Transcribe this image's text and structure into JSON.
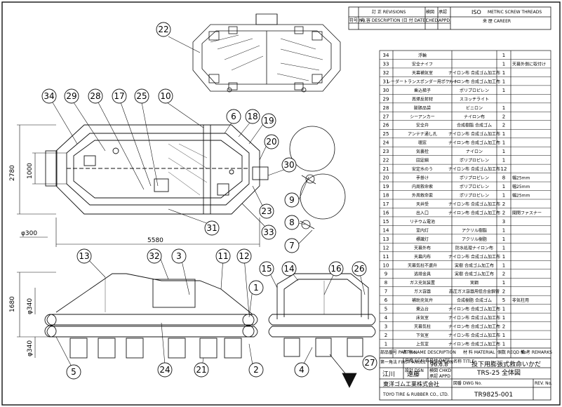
{
  "revisions": {
    "title": "訂 正 REVISIONS",
    "check_label": "検図",
    "approve_label": "承認",
    "iso_label": "ISO",
    "thread_label": "METRIC SCREW THREADS",
    "mark_no_label": "符号 No.",
    "desc_label": "内 容 DESCRIPTION (日 付 DATE)",
    "ched_label": "CHED.",
    "appd_label": "APPD.",
    "career_label": "来 歴 CAREER"
  },
  "dims": {
    "width_top": "2780",
    "width_inner": "1000",
    "length": "5580",
    "dia_300": "φ300",
    "height": "1680",
    "dia_340a": "φ340",
    "dia_340b": "φ340"
  },
  "balloons": {
    "b1": "1",
    "b2": "2",
    "b3": "3",
    "b4": "4",
    "b5": "5",
    "b6": "6",
    "b7": "7",
    "b8": "8",
    "b9": "9",
    "b10": "10",
    "b11": "11",
    "b12": "12",
    "b13": "13",
    "b14": "14",
    "b15": "15",
    "b16": "16",
    "b17": "17",
    "b18": "18",
    "b19": "19",
    "b20": "20",
    "b21": "21",
    "b22": "22",
    "b23": "23",
    "b24": "24",
    "b25": "25",
    "b26": "26",
    "b27": "27",
    "b28": "28",
    "b29": "29",
    "b30": "30",
    "b31": "31",
    "b32": "32",
    "b33": "33",
    "b34": "34"
  },
  "parts": [
    {
      "no": "34",
      "name": "浮輪",
      "mat": "",
      "qty": "1",
      "rem": ""
    },
    {
      "no": "33",
      "name": "安全ナイフ",
      "mat": "",
      "qty": "1",
      "rem": "天幕外側に取付け"
    },
    {
      "no": "32",
      "name": "天幕補気室",
      "mat": "ナイロン布 合成ゴム加工布",
      "qty": "1",
      "rem": ""
    },
    {
      "no": "31",
      "name": "レーダートランスポンダー用ポケット",
      "mat": "ナイロン布 合成ゴム加工布",
      "qty": "1",
      "rem": ""
    },
    {
      "no": "30",
      "name": "乗込梯子",
      "mat": "ポリプロピレン",
      "qty": "1",
      "rem": ""
    },
    {
      "no": "29",
      "name": "再帰反射材",
      "mat": "スコッチライト",
      "qty": "",
      "rem": ""
    },
    {
      "no": "28",
      "name": "膨脹品袋",
      "mat": "ビニロン",
      "qty": "1",
      "rem": ""
    },
    {
      "no": "27",
      "name": "シーアンカー",
      "mat": "ナイロン布",
      "qty": "2",
      "rem": ""
    },
    {
      "no": "26",
      "name": "安全弁",
      "mat": "合成樹脂 合成ゴム",
      "qty": "2",
      "rem": ""
    },
    {
      "no": "25",
      "name": "アンテナ通し孔",
      "mat": "ナイロン布 合成ゴム加工布",
      "qty": "1",
      "rem": ""
    },
    {
      "no": "24",
      "name": "覗窓",
      "mat": "ナイロン布 合成ゴム加工布",
      "qty": "1",
      "rem": ""
    },
    {
      "no": "23",
      "name": "気嚢栓",
      "mat": "ナイロン",
      "qty": "1",
      "rem": ""
    },
    {
      "no": "22",
      "name": "固定綱",
      "mat": "ポリプロピレン",
      "qty": "1",
      "rem": ""
    },
    {
      "no": "21",
      "name": "安定水のう",
      "mat": "ナイロン布 合成ゴム加工布",
      "qty": "12",
      "rem": ""
    },
    {
      "no": "20",
      "name": "手掛け",
      "mat": "ポリプロピレン",
      "qty": "8",
      "rem": "幅25mm"
    },
    {
      "no": "19",
      "name": "内周救命索",
      "mat": "ポリプロピレン",
      "qty": "1",
      "rem": "幅25mm"
    },
    {
      "no": "18",
      "name": "外周救命索",
      "mat": "ポリプロピレン",
      "qty": "1",
      "rem": "幅25mm"
    },
    {
      "no": "17",
      "name": "天井受",
      "mat": "ナイロン布 合成ゴム加工布",
      "qty": "2",
      "rem": ""
    },
    {
      "no": "16",
      "name": "出入口",
      "mat": "ナイロン布 合成ゴム加工布",
      "qty": "2",
      "rem": "開閉ファスナー"
    },
    {
      "no": "15",
      "name": "リチウム電池",
      "mat": "",
      "qty": "3",
      "rem": ""
    },
    {
      "no": "14",
      "name": "室内灯",
      "mat": "アクリル樹脂",
      "qty": "1",
      "rem": ""
    },
    {
      "no": "13",
      "name": "標識灯",
      "mat": "アクリル樹脂",
      "qty": "1",
      "rem": ""
    },
    {
      "no": "12",
      "name": "天幕外布",
      "mat": "防水処理ナイロン布",
      "qty": "1",
      "rem": ""
    },
    {
      "no": "11",
      "name": "天幕内布",
      "mat": "ナイロン布 合成ゴム加工布",
      "qty": "1",
      "rem": ""
    },
    {
      "no": "10",
      "name": "天幕気柱不還弁",
      "mat": "実樹 合成ゴム加工布",
      "qty": "1",
      "rem": ""
    },
    {
      "no": "9",
      "name": "逃排金具",
      "mat": "実樹 合成ゴム加工布",
      "qty": "2",
      "rem": ""
    },
    {
      "no": "8",
      "name": "ガス充気装置",
      "mat": "実鋼",
      "qty": "1",
      "rem": ""
    },
    {
      "no": "7",
      "name": "ガス容器",
      "mat": "高圧ガス容器用低合金鋼管",
      "qty": "2",
      "rem": ""
    },
    {
      "no": "6",
      "name": "補助充気弁",
      "mat": "合成樹脂 合成ゴム",
      "qty": "5",
      "rem": "非気柱用"
    },
    {
      "no": "5",
      "name": "乗込台",
      "mat": "ナイロン布 合成ゴム加工布",
      "qty": "1",
      "rem": ""
    },
    {
      "no": "4",
      "name": "床気室",
      "mat": "ナイロン布 合成ゴム加工布",
      "qty": "1",
      "rem": ""
    },
    {
      "no": "3",
      "name": "天幕気柱",
      "mat": "ナイロン布 合成ゴム加工布",
      "qty": "2",
      "rem": ""
    },
    {
      "no": "2",
      "name": "下気室",
      "mat": "ナイロン布 合成ゴム加工布",
      "qty": "1",
      "rem": ""
    },
    {
      "no": "1",
      "name": "上気室",
      "mat": "ナイロン布 合成ゴム加工布",
      "qty": "1",
      "rem": ""
    }
  ],
  "parts_header": {
    "part_no": "部品番号 PART No.",
    "name": "名 称 NAME DESCRIPTION",
    "material": "材 料 MATERIAL",
    "qty": "個数 REQD No.",
    "remarks": "備 考 REMARKS"
  },
  "title_block": {
    "first_angle": "第一角法 FIRST ANGLE PROJECTION",
    "scale_label": "尺度 SCALE",
    "date_label": "日付 DATE",
    "date_val": "96.6.8",
    "design_label": "設計 DSN",
    "check_label": "検図 CHKD",
    "approve_label": "承認 APPD",
    "title_label": "名称 TITLE",
    "title_val": "投下用膨張式救命いかだ",
    "model": "TRS-25  全体図",
    "dwg_label": "図番 DWG No.",
    "dwg_no": "TR9825-001",
    "rev_label": "REV. No.",
    "company_jp": "東洋ゴム工業株式会社",
    "company_en": "TOYO TIRE & RUBBER CO., LTD.",
    "sign1": "江川",
    "sign2": "遠藤"
  }
}
